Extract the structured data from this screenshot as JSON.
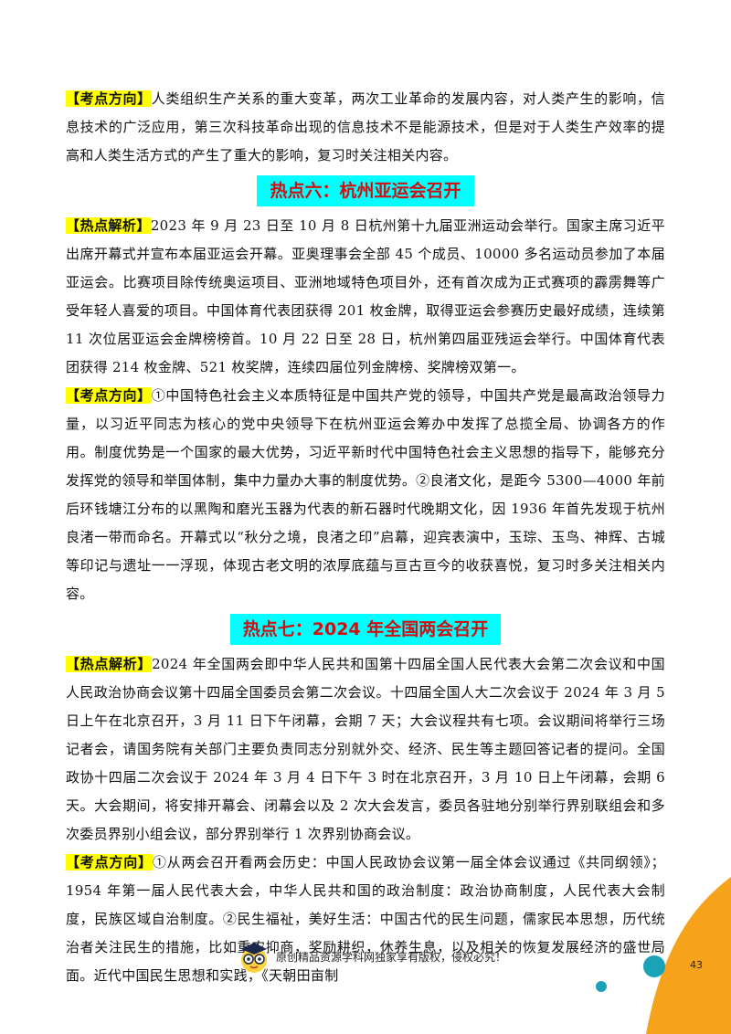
{
  "blocks": [
    {
      "type": "para",
      "tag": "【考点方向】",
      "text": "人类组织生产关系的重大变革，两次工业革命的发展内容，对人类产生的影响，信息技术的广泛应用，第三次科技革命出现的信息技术不是能源技术，但是对于人类生产效率的提高和人类生活方式的产生了重大的影响，复习时关注相关内容。"
    },
    {
      "type": "heading",
      "text": "热点六：杭州亚运会召开"
    },
    {
      "type": "para",
      "tag": "【热点解析】",
      "text": "2023 年 9 月 23 日至 10 月 8 日杭州第十九届亚洲运动会举行。国家主席习近平出席开幕式并宣布本届亚运会开幕。亚奥理事会全部 45 个成员、10000 多名运动员参加了本届亚运会。比赛项目除传统奥运项目、亚洲地域特色项目外，还有首次成为正式赛项的霹雳舞等广受年轻人喜爱的项目。中国体育代表团获得 201 枚金牌，取得亚运会参赛历史最好成绩，连续第 11 次位居亚运会金牌榜榜首。10 月 22 日至 28 日，杭州第四届亚残运会举行。中国体育代表团获得 214 枚金牌、521 枚奖牌，连续四届位列金牌榜、奖牌榜双第一。"
    },
    {
      "type": "para",
      "tag": "【考点方向】",
      "text": "①中国特色社会主义本质特征是中国共产党的领导，中国共产党是最高政治领导力量，以习近平同志为核心的党中央领导下在杭州亚运会筹办中发挥了总揽全局、协调各方的作用。制度优势是一个国家的最大优势，习近平新时代中国特色社会主义思想的指导下，能够充分发挥党的领导和举国体制，集中力量办大事的制度优势。②良渚文化，是距今 5300—4000 年前后环钱塘江分布的以黑陶和磨光玉器为代表的新石器时代晚期文化，因 1936 年首先发现于杭州良渚一带而命名。开幕式以“秋分之境，良渚之印”启幕，迎宾表演中，玉琮、玉鸟、神辉、古城等印记与遗址一一浮现，体现古老文明的浓厚底蕴与亘古亘今的收获喜悦，复习时多关注相关内容。"
    },
    {
      "type": "heading",
      "text": "热点七：2024 年全国两会召开"
    },
    {
      "type": "para",
      "tag": "【热点解析】",
      "text": "2024 年全国两会即中华人民共和国第十四届全国人民代表大会第二次会议和中国人民政治协商会议第十四届全国委员会第二次会议。十四届全国人大二次会议于 2024 年 3 月 5 日上午在北京召开，3 月 11 日下午闭幕，会期 7 天；大会议程共有七项。会议期间将举行三场记者会，请国务院有关部门主要负责同志分别就外交、经济、民生等主题回答记者的提问。全国政协十四届二次会议于 2024 年 3 月 4 日下午 3 时在北京召开，3 月 10 日上午闭幕，会期 6 天。大会期间，将安排开幕会、闭幕会以及 2 次大会发言，委员各驻地分别举行界别联组会和多次委员界别小组会议，部分界别举行 1 次界别协商会议。"
    },
    {
      "type": "para",
      "tag": "【考点方向】",
      "text": "①从两会召开看两会历史：中国人民政协会议第一届全体会议通过《共同纲领》；1954 年第一届人民代表大会，中华人民共和国的政治制度：政治协商制度，人民代表大会制度，民族区域自治制度。②民生福祉，美好生活：中国古代的民生问题，儒家民本思想，历代统治者关注民生的措施，比如重农抑商，奖励耕织，休养生息，以及相关的恢复发展经济的盛世局面。近代中国民生思想和实践，《天朝田亩制"
    }
  ],
  "footer": {
    "text": "原创精品资源学科网独家享有版权，侵权必究！",
    "page_number": "43"
  },
  "colors": {
    "tag_bg": "#ffff00",
    "heading_bg": "#00ffff",
    "heading_text": "#d01010",
    "accent_orange": "#f7a21b",
    "accent_teal": "#1aa3b8"
  },
  "icons": [
    "mascot-icon"
  ]
}
